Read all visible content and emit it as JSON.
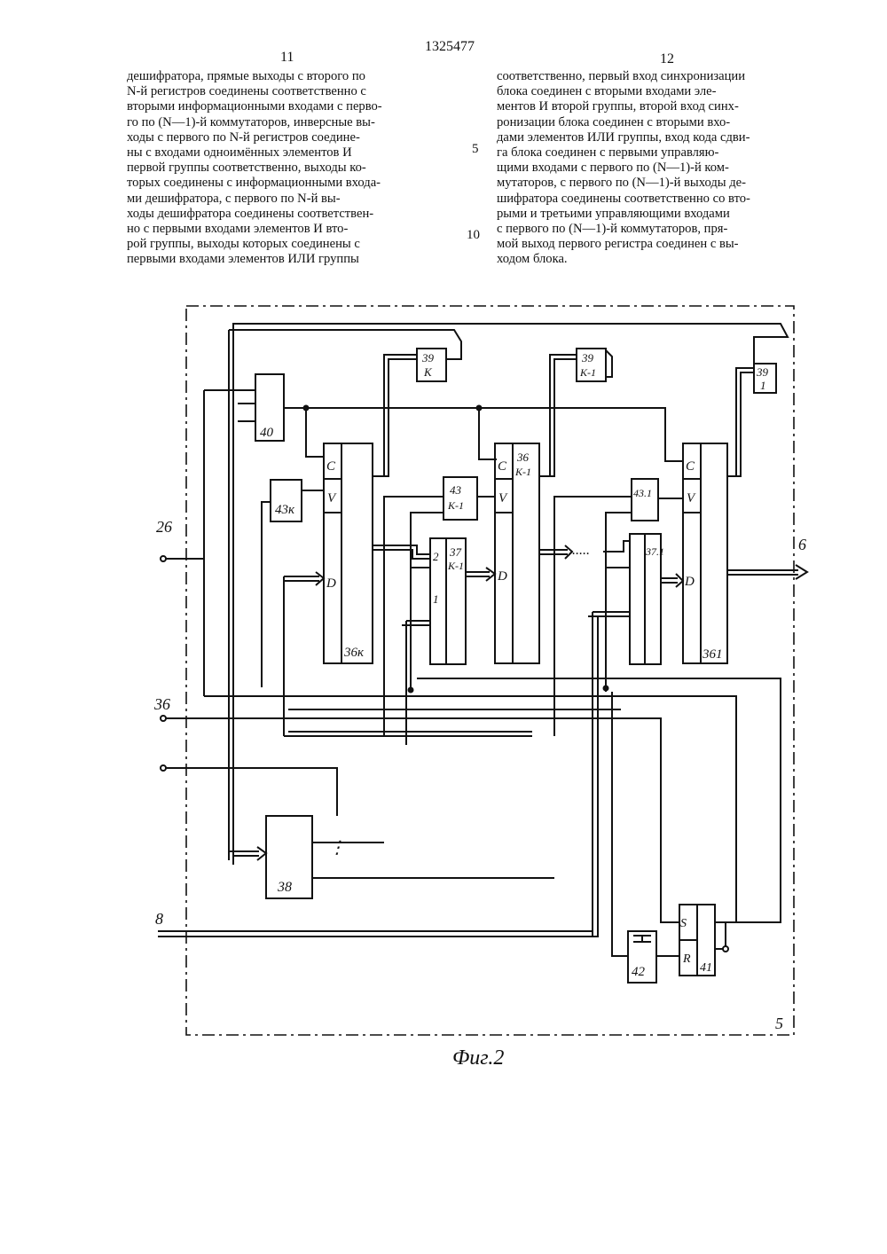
{
  "header": {
    "patent_number": "1325477",
    "left_page": "11",
    "right_page": "12"
  },
  "left_column": [
    "дешифратора, прямые выходы с второго по",
    "N-й регистров соединены соответственно с",
    "вторыми информационными входами с перво-",
    "го по (N—1)-й коммутаторов, инверсные вы-",
    "ходы с первого по N-й регистров соедине-",
    "ны с входами одноимённых элементов И",
    "первой группы соответственно, выходы ко-",
    "торых соединены с информационными входа-",
    "ми дешифратора, с первого по N-й вы-",
    "ходы дешифратора соединены соответствен-",
    "но с первыми входами элементов И вто-",
    "рой группы, выходы которых соединены с",
    "первыми входами элементов ИЛИ группы"
  ],
  "right_column": [
    "соответственно, первый вход синхронизации",
    "блока соединен с вторыми входами эле-",
    "ментов И второй группы, второй вход синх-",
    "ронизации блока соединен с вторыми вхо-",
    "дами элементов ИЛИ группы, вход кода сдви-",
    "га блока соединен с первыми управляю-",
    "щими входами с первого по (N—1)-й ком-",
    "мутаторов, с первого по (N—1)-й выходы де-",
    "шифратора соединены соответственно со вто-",
    "рыми и третьими управляющими входами",
    "с первого по (N—1)-й коммутаторов, пря-",
    "мой выход первого регистра соединен с вы-",
    "ходом блока."
  ],
  "line_numbers": [
    "5",
    "10"
  ],
  "figure": {
    "caption": "Фиг.2",
    "frame_label": "5",
    "terminals": {
      "in_26": "26",
      "in_36": "36",
      "in_8": "8",
      "out_6": "6"
    },
    "blocks": {
      "b40": "40",
      "b39k": [
        "39",
        "К"
      ],
      "b39k1": [
        "39",
        "К-1"
      ],
      "b391": [
        "39",
        "1"
      ],
      "b43k": "43к",
      "b43k1": [
        "43",
        "К-1"
      ],
      "b431": "43.1",
      "b37k1": [
        "37",
        "К-1"
      ],
      "b371": "37.1",
      "b36k_name": "36к",
      "b36k1": [
        "36",
        "К-1"
      ],
      "b361_name": "361",
      "b38": "38",
      "b42": "42",
      "b41": "41"
    },
    "pins": {
      "c": "C",
      "v": "V",
      "d": "D",
      "s": "S",
      "r": "R",
      "in1": "1",
      "in2": "2",
      "one": "1"
    }
  }
}
